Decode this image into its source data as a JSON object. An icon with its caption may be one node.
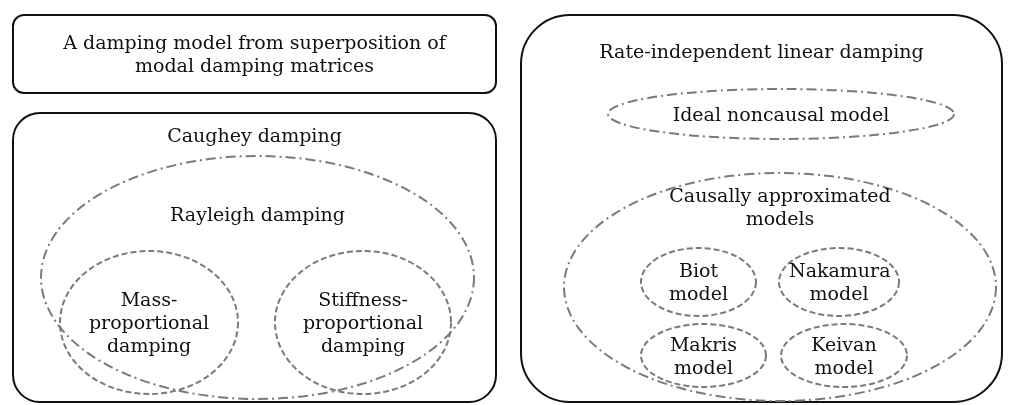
{
  "diagram": {
    "nodes": [
      {
        "text": [
          "A damping model from superposition of modal damping matrices"
        ]
      },
      {
        "text": [
          "Caughey damping"
        ]
      },
      {
        "text": [
          "Rayleigh damping"
        ],
        "in": 1
      },
      {
        "text": [
          "Mass-proportional damping"
        ],
        "in": 2
      },
      {
        "text": [
          "Stiffness-proportional damping"
        ],
        "in": 2
      },
      {
        "text": [
          "Rate-independent linear damping"
        ]
      },
      {
        "text": [
          "Ideal noncausal model"
        ],
        "in": 5
      },
      {
        "text": [
          "Causally approximated models"
        ],
        "in": 5
      },
      {
        "text": [
          "Biot model"
        ],
        "in": 7
      },
      {
        "text": [
          "Nakamura model"
        ],
        "in": 7
      },
      {
        "text": [
          "Makris model"
        ],
        "in": 7
      },
      {
        "text": [
          "Keivan model"
        ],
        "in": 7
      }
    ]
  }
}
